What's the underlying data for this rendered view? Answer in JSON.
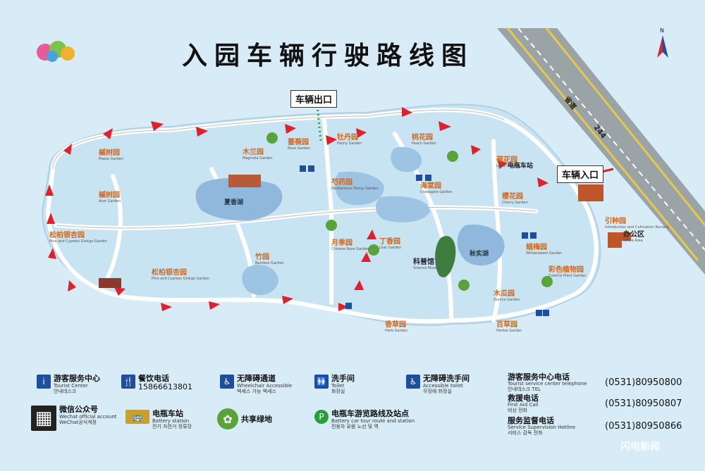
{
  "title": "入园车辆行驶路线图",
  "logo_text": "",
  "exit_label": "车辆出口",
  "entrance_label": "车辆入口",
  "highway_label": "244",
  "highway_prefix": "省道",
  "compass_letter": "N",
  "lakes": [
    {
      "name": "夏香湖"
    },
    {
      "name": "秋实湖"
    }
  ],
  "places": [
    {
      "name": "槭树园",
      "en": "Maple Garden"
    },
    {
      "name": "槭树园",
      "en": "Acer Garden"
    },
    {
      "name": "松柏银杏园",
      "en": "Pine and Cypress Ginkgo Garden"
    },
    {
      "name": "松柏银杏园",
      "en": "Pine and Cypress Ginkgo Garden"
    },
    {
      "name": "木兰园",
      "en": "Magnolia Garden"
    },
    {
      "name": "蔷薇园",
      "en": "Rose Garden"
    },
    {
      "name": "牡丹园",
      "en": "Peony Garden"
    },
    {
      "name": "海棠园",
      "en": "Crabapple Garden"
    },
    {
      "name": "桃花园",
      "en": "Peach Garden"
    },
    {
      "name": "樱花园",
      "en": "Cherry Garden"
    },
    {
      "name": "荷花园",
      "en": "Lotus Garden"
    },
    {
      "name": "芍药园",
      "en": "Herbaceous Peony Garden"
    },
    {
      "name": "月季园",
      "en": "Chinese Rose Garden"
    },
    {
      "name": "丁香园",
      "en": "Lilac Garden"
    },
    {
      "name": "竹园",
      "en": "Bamboo Garden"
    },
    {
      "name": "科普馆",
      "en": "Science Museum"
    },
    {
      "name": "蜡梅园",
      "en": "Wintersweet Garden"
    },
    {
      "name": "彩色植物园",
      "en": "Colorful Plant Garden"
    },
    {
      "name": "木瓜园",
      "en": "Quince Garden"
    },
    {
      "name": "香草园",
      "en": "Herb Garden"
    },
    {
      "name": "百草园",
      "en": "Herbal Garden"
    },
    {
      "name": "引种园",
      "en": "Introduction and Cultivation Nursery"
    },
    {
      "name": "办公区",
      "en": "Office Area"
    },
    {
      "name": "电瓶车站",
      "en": ""
    }
  ],
  "legend": [
    {
      "icon": "i",
      "icon_name": "info-icon",
      "title": "游客服务中心",
      "sub1": "Tourist Center",
      "sub2": "안내데스크"
    },
    {
      "icon": "🍴",
      "icon_name": "dining-icon",
      "title": "餐饮电话",
      "sub1": "15866613801",
      "sub2": ""
    },
    {
      "icon": "♿",
      "icon_name": "wheelchair-icon",
      "title": "无障碍通道",
      "sub1": "Wheelchair Accessible",
      "sub2": "액세스 가능 액세스"
    },
    {
      "icon": "🚻",
      "icon_name": "toilet-icon",
      "title": "洗手间",
      "sub1": "Toilet",
      "sub2": "화장실"
    },
    {
      "icon": "♿",
      "icon_name": "accessible-toilet-icon",
      "title": "无障碍洗手间",
      "sub1": "Accessible toilet",
      "sub2": "무장애 화장실"
    },
    {
      "icon": "▦",
      "icon_name": "qr-code-icon",
      "title": "微信公众号",
      "sub1": "Wechat official account",
      "sub2": "WeChat공식계정"
    },
    {
      "icon": "🚌",
      "icon_name": "battery-car-icon",
      "title": "电瓶车站",
      "sub1": "Battery station",
      "sub2": "전기 자전거 정류장"
    },
    {
      "icon": "✿",
      "icon_name": "shared-green-icon",
      "title": "共享绿地",
      "sub1": "",
      "sub2": ""
    },
    {
      "icon": "P",
      "icon_name": "parking-icon",
      "title": "电瓶车游览路线及站点",
      "sub1": "Battery car tour route and station",
      "sub2": "전동차 유람 노선 및 역"
    }
  ],
  "phones": [
    {
      "title": "游客服务中心电话",
      "sub1": "Tourist service center telephone",
      "sub2": "안내데스크 TEL",
      "number": "(0531)80950800"
    },
    {
      "title": "救援电话",
      "sub1": "First Aid Call",
      "sub2": "비상 전화",
      "number": "(0531)80950807"
    },
    {
      "title": "服务监督电话",
      "sub1": "Service Supervision Hotline",
      "sub2": "서비스 감독 전화",
      "number": "(0531)80950866"
    }
  ],
  "watermark": "闪电新闻",
  "colors": {
    "background": "#d7ecf6",
    "road": "#ffffff",
    "arrow": "#e0202a",
    "lake": "#8fb8dc",
    "label": "#d2691e"
  }
}
